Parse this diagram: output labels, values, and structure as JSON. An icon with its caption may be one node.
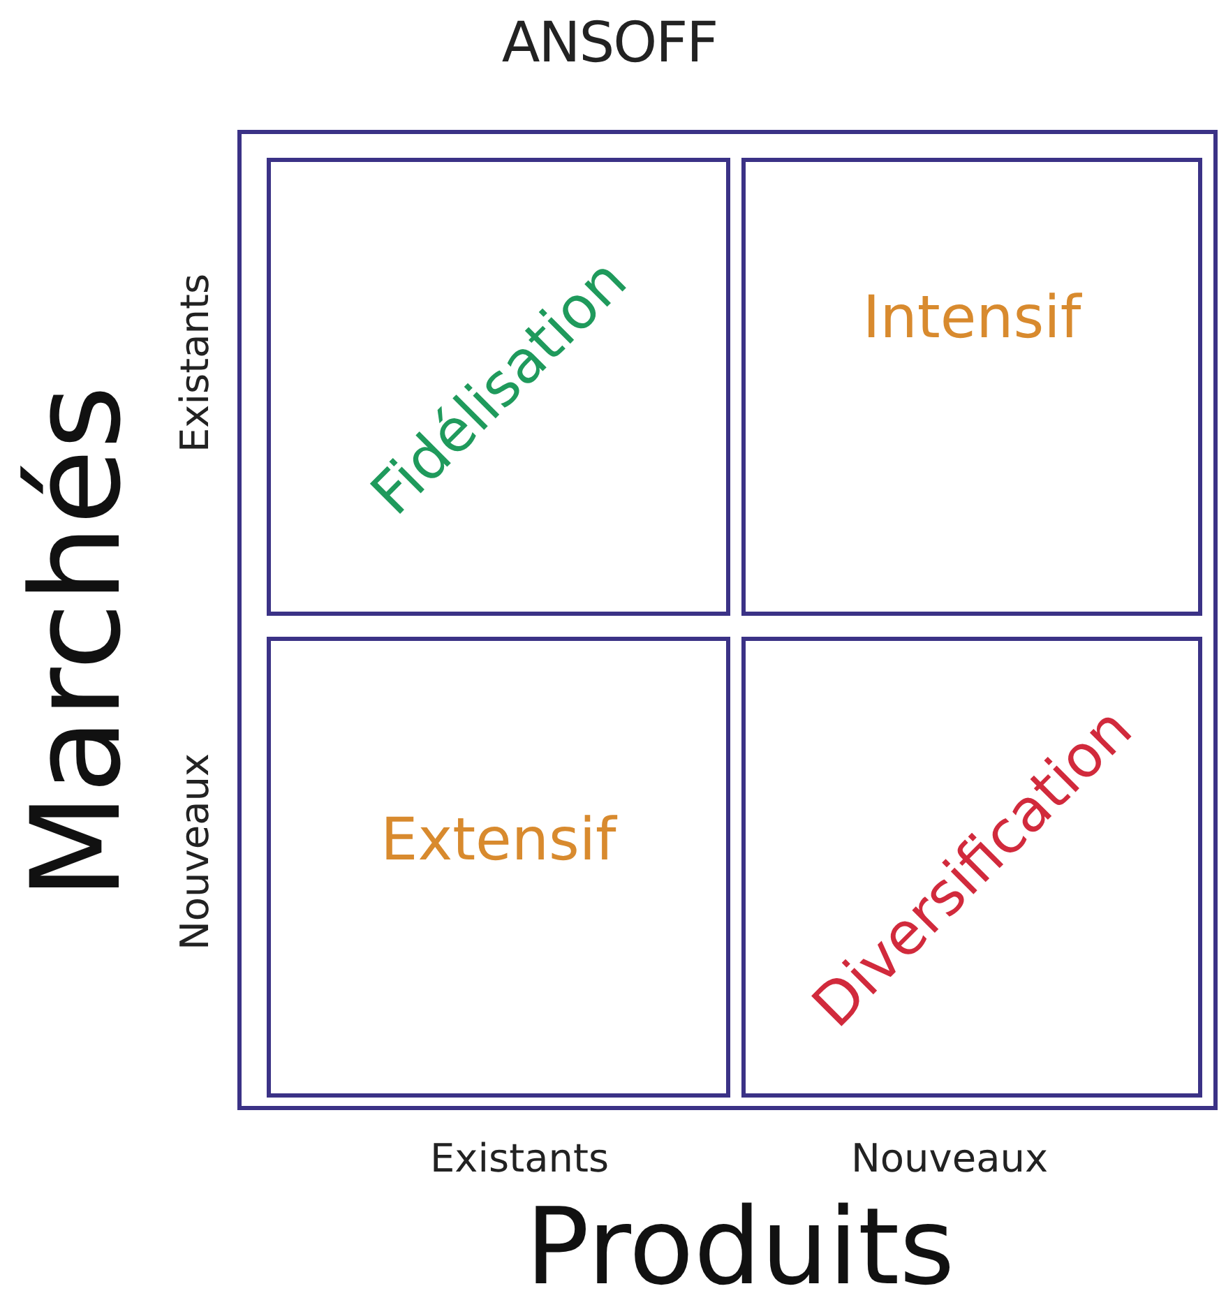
{
  "diagram": {
    "title": "ANSOFF",
    "nodes": [
      {
        "text": [],
        "shape": "box"
      },
      {
        "text": [
          "Fidélisation"
        ],
        "in": 0
      },
      {
        "text": [
          "Intensif"
        ],
        "in": 0
      },
      {
        "text": [
          "Extensif"
        ],
        "in": 0
      },
      {
        "text": [
          "Diversification"
        ],
        "in": 0
      }
    ],
    "labels": [
      "Marchés",
      "Existants",
      "Nouveaux",
      "Existants",
      "Nouveaux",
      "Produits"
    ]
  }
}
